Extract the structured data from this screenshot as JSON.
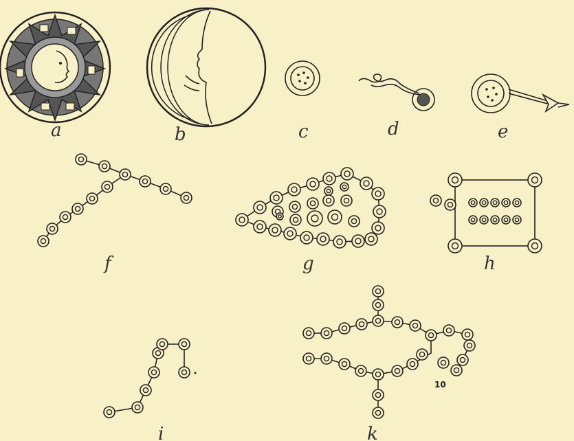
{
  "figure_labels": {
    "a": "a",
    "b": "b",
    "c": "c",
    "d": "d",
    "e": "e",
    "f": "f",
    "g": "g",
    "h": "h",
    "i": "i",
    "k": "k"
  },
  "figure_number": "10",
  "colors": {
    "background": "#f8f0c6",
    "ink": "#222222"
  }
}
